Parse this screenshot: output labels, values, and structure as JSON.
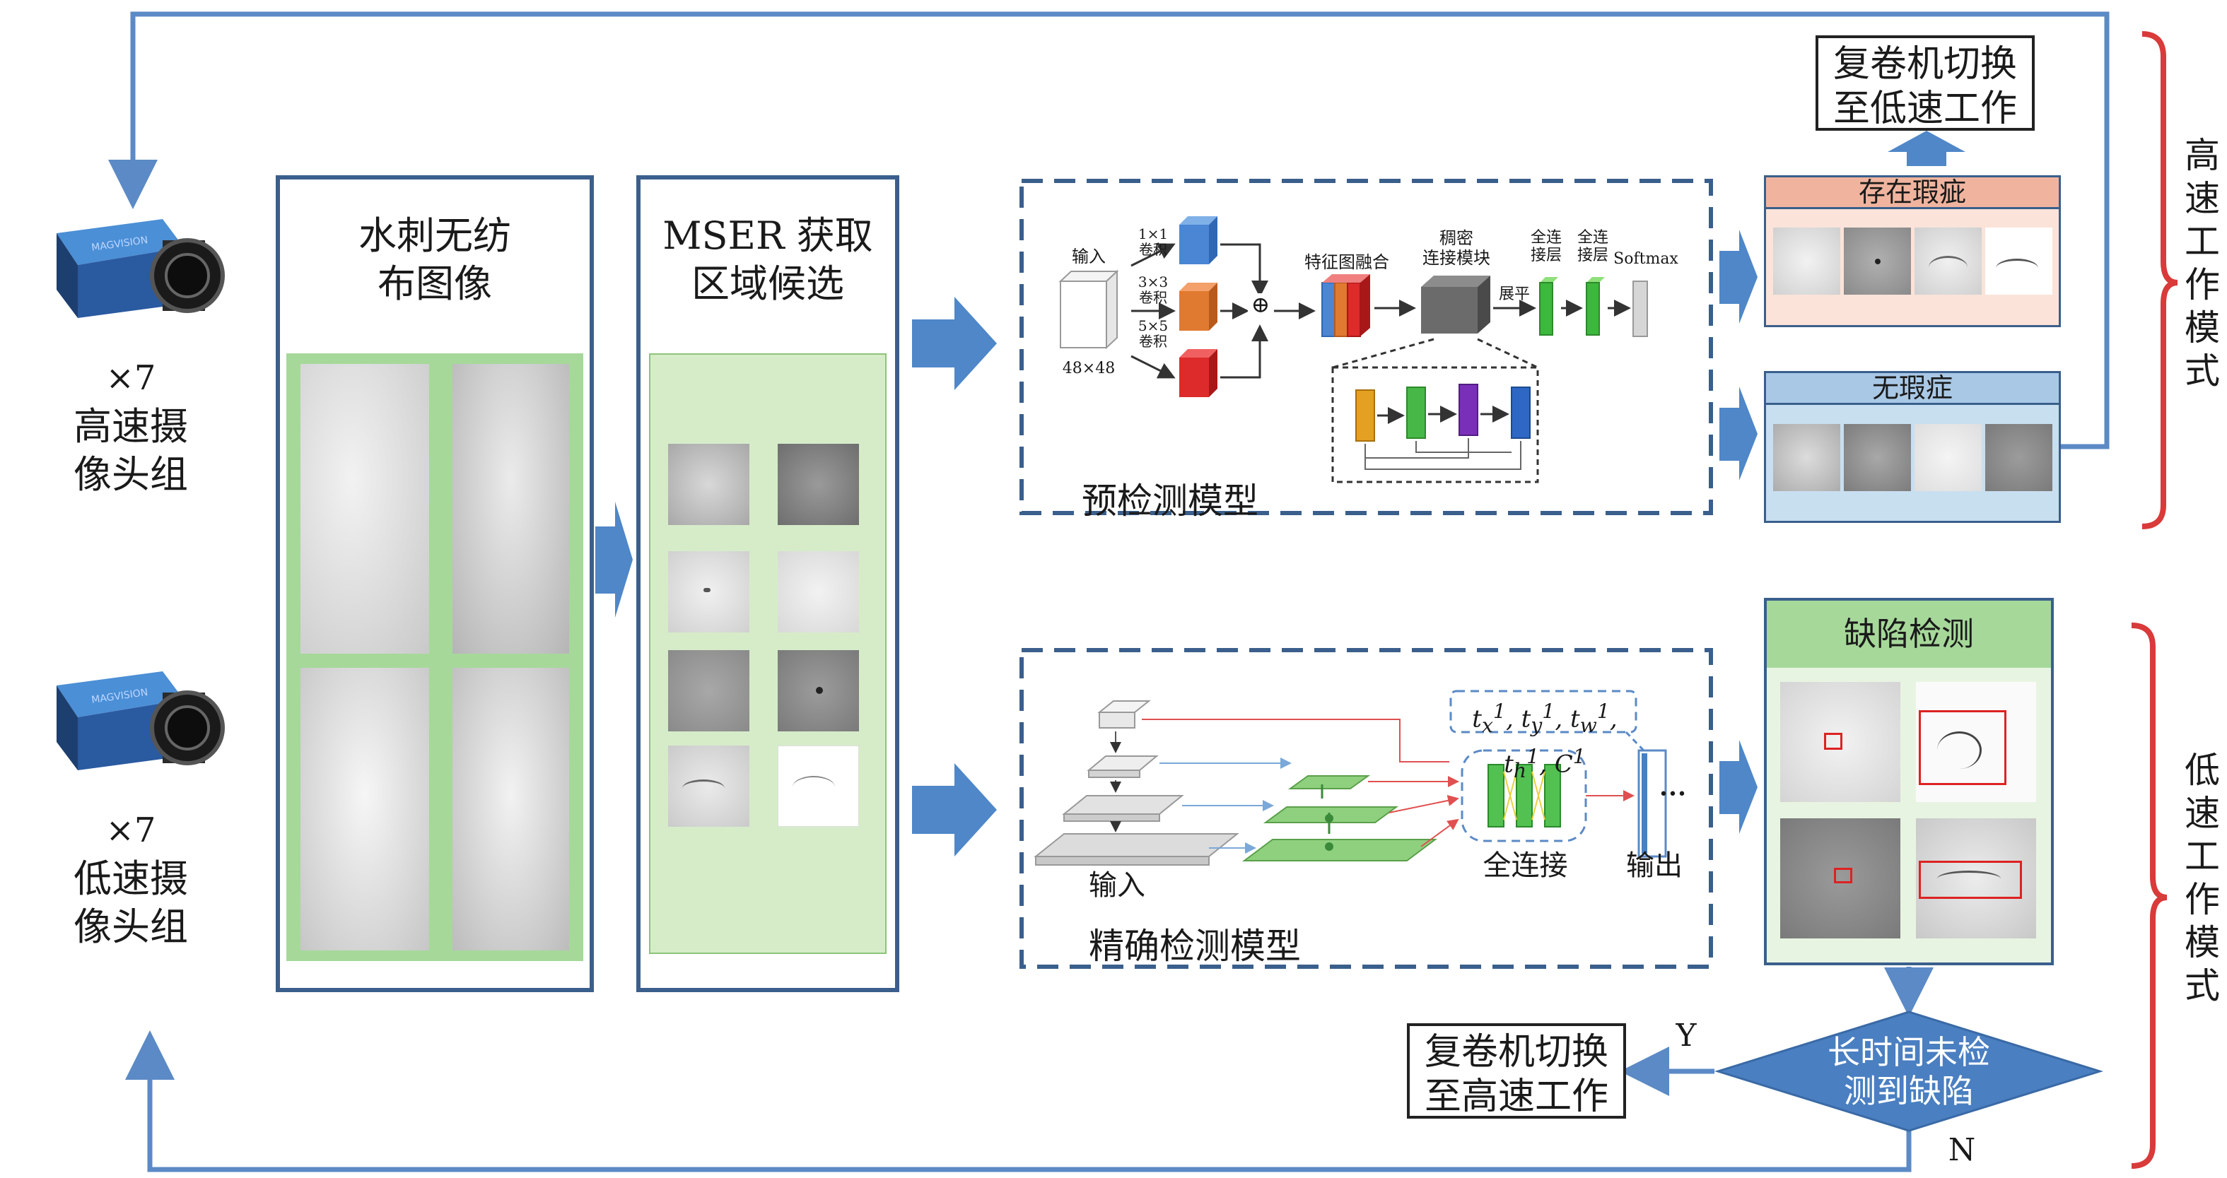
{
  "colors": {
    "flow_blue": "#5b8ac6",
    "panel_border": "#3a5f8c",
    "green_panel": "#a6d89a",
    "red_bracket": "#d93a3a",
    "defect_header": "#f0b49e",
    "nodefect_header": "#a9c8e6"
  },
  "cameras": {
    "high": {
      "count": "×7",
      "label": "高速摄\n像头组"
    },
    "low": {
      "count": "×7",
      "label": "低速摄\n像头组"
    }
  },
  "panels": {
    "fabric": {
      "title": "水刺无纺\n布图像"
    },
    "mser": {
      "title": "MSER 获取\n区域候选"
    }
  },
  "precheck": {
    "title": "预检测模型",
    "input_label": "输入",
    "input_size": "48×48",
    "conv1": "1×1\n卷积",
    "conv3": "3×3\n卷积",
    "conv5": "5×5\n卷积",
    "plus": "⊕",
    "feature_fusion": "特征图融合",
    "dense_block": "稠密\n连接模块",
    "flatten": "展平",
    "fc1": "全连\n接层",
    "fc2": "全连\n接层",
    "softmax": "Softmax"
  },
  "results": {
    "defect_title": "存在瑕疵",
    "nodefect_title": "无瑕症",
    "switch_low": "复卷机切换\n至低速工作"
  },
  "precise": {
    "title": "精确检测模型",
    "input_label": "输入",
    "fc_label": "全连接",
    "output_label": "输出",
    "formula": "t",
    "formula_sub_x": "x",
    "formula_sub_y": "y",
    "formula_sub_w": "w",
    "formula_sub_h": "h",
    "formula_sup": "1",
    "formula_c": "C",
    "dots": "•••"
  },
  "defect_detect": {
    "title": "缺陷检测"
  },
  "decision": {
    "text": "长时间未检\n测到缺陷",
    "yes": "Y",
    "no": "N"
  },
  "switch_high": "复卷机切换\n至高速工作",
  "modes": {
    "high": "高\n速\n工\n作\n模\n式",
    "low": "低\n速\n工\n作\n模\n式"
  }
}
